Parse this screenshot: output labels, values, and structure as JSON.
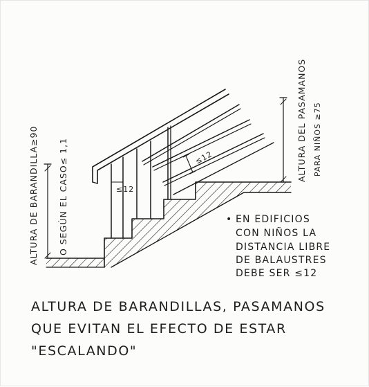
{
  "labels": {
    "barandilla_height": "ALTURA DE BARANDILLA≥90",
    "barandilla_alt": "O SEGÚN EL CASO≤ 1,1",
    "pasamanos_height": "ALTURA DEL PASAMANOS",
    "pasamanos_children": "PARA NIÑOS ≥75",
    "gap_upper": "≤12",
    "gap_lower": "≤12"
  },
  "note": {
    "bullet": "•",
    "line1": "EN EDIFICIOS",
    "line2": "CON NIÑOS LA",
    "line3": "DISTANCIA LIBRE",
    "line4": "DE BALAUSTRES",
    "line5": "DEBE SER ≤12"
  },
  "caption": {
    "line1": "ALTURA DE BARANDILLAS, PASAMANOS",
    "line2": "QUE EVITAN EL EFECTO DE ESTAR",
    "line3": "\"ESCALANDO\""
  }
}
